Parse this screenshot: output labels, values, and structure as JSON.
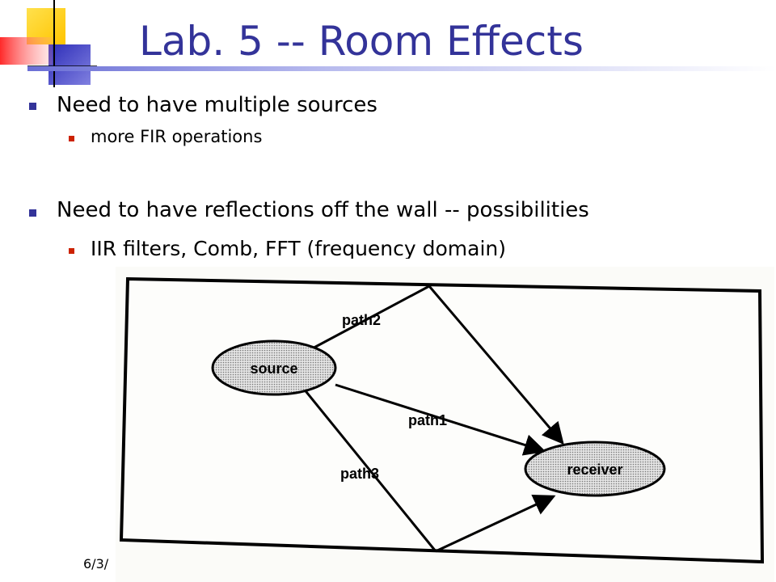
{
  "slide": {
    "title": "Lab. 5 -- Room Effects",
    "bullets": [
      {
        "text": "Need to have multiple sources",
        "sub": [
          "more FIR operations"
        ]
      },
      {
        "text": "Need to have reflections off the wall -- possibilities",
        "sub": [
          "IIR filters, Comb, FFT (frequency domain)"
        ]
      }
    ],
    "footer": "6/3/"
  },
  "diagram": {
    "source_label": "source",
    "receiver_label": "receiver",
    "path1_label": "path1",
    "path2_label": "path2",
    "path3_label": "path3"
  },
  "colors": {
    "title": "#333399",
    "bullet_main": "#333399",
    "bullet_sub": "#cc2200",
    "deco_yellow": "#ffd21a",
    "deco_blue": "#3333bb",
    "deco_red": "#ff4444"
  }
}
